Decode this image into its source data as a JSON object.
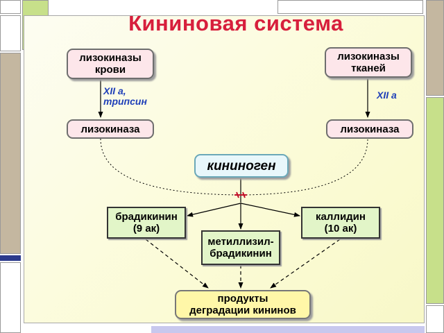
{
  "title": "Кининовая система",
  "nodes": {
    "blood_lysokinase": "лизокиназы\nкрови",
    "tissue_lysokinase": "лизокиназы\nтканей",
    "lysokinase_left": "лизокиназа",
    "lysokinase_right": "лизокиназа",
    "kininogen": "кининоген",
    "bradykinin": "брадикинин\n(9 ак)",
    "kallidin": "каллидин\n(10 ак)",
    "methyllysyl": "метиллизил-\nбрадикинин",
    "products": "продукты\nдеградации кининов"
  },
  "labels": {
    "left_activator": "XII а,\nтрипсин",
    "right_activator": "XII а"
  },
  "colors": {
    "title": "#d71f3c",
    "activator_label": "#1f3fb8",
    "cleavage_mark": "#c0102a"
  }
}
